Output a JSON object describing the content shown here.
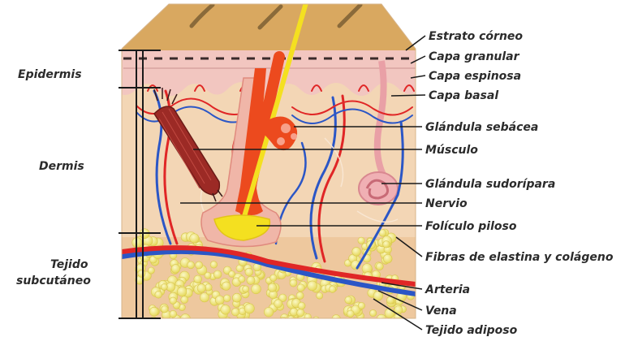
{
  "left_labels": {
    "epidermis": "Epidermis",
    "dermis": "Dermis",
    "subcutaneo_line1": "Tejido",
    "subcutaneo_line2": "subcutáneo"
  },
  "right_labels": [
    "Estrato córneo",
    "Capa granular",
    "Capa espinosa",
    "Capa basal",
    "Glándula sebácea",
    "Músculo",
    "Glándula sudorípara",
    "Nervio",
    "Folículo piloso",
    "Fibras de elastina y colágeno",
    "Arteria",
    "Vena",
    "Tejido adiposo"
  ],
  "colors": {
    "skin_top": "#d9a860",
    "epidermis": "#f2c6c0",
    "dermis": "#f3d6b5",
    "fat": "#f2ee8a",
    "artery": "#e02626",
    "vein": "#2b56c6",
    "muscle": "#9c2a25",
    "hair": "#f4e020",
    "follicle": "#ec4a1e",
    "text": "#2b2b2b"
  }
}
